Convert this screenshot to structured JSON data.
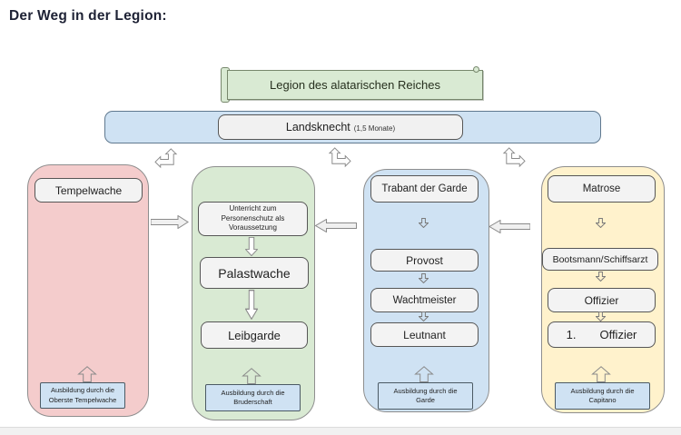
{
  "heading": "Der Weg in der Legion:",
  "banner": {
    "title": "Legion des alatarischen Reiches"
  },
  "base_rank": {
    "name": "Landsknecht",
    "duration": "(1,5 Monate)"
  },
  "columns": [
    {
      "id": "tempelwache",
      "fill": "#f4cccc",
      "ranks": [
        "Tempelwache"
      ],
      "training": "Ausbildung durch die Oberste Tempelwache"
    },
    {
      "id": "palastwache",
      "fill": "#d9ead3",
      "prerequisite": "Unterricht zum Personenschutz als Voraussetzung",
      "ranks": [
        "Palastwache",
        "Leibgarde"
      ],
      "training": "Ausbildung durch die Bruderschaft"
    },
    {
      "id": "garde",
      "fill": "#cfe2f3",
      "ranks": [
        "Trabant der Garde",
        "Provost",
        "Wachtmeister",
        "Leutnant"
      ],
      "training": "Ausbildung durch die Garde"
    },
    {
      "id": "marine",
      "fill": "#fff2cc",
      "ranks": [
        "Matrose",
        "Bootsmann/Schiffsarzt",
        "Offizier"
      ],
      "final_rank": {
        "number": "1.",
        "title": "Offizier"
      },
      "training": "Ausbildung durch die Capitano"
    }
  ],
  "colors": {
    "column_pink": "#f4cccc",
    "column_green": "#d9ead3",
    "column_blue": "#cfe2f3",
    "column_yellow": "#fff2cc",
    "rank_box": "#f3f3f3",
    "training_box": "#cfe2f3",
    "banner_green": "#d9ead3",
    "bar_blue": "#cfe2f3"
  }
}
